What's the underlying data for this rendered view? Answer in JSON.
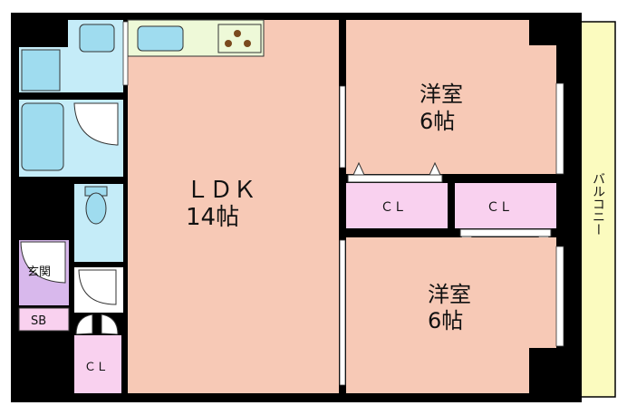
{
  "rooms": {
    "ldk": {
      "name": "ＬＤＫ",
      "size": "14帖"
    },
    "bedroom_top": {
      "name": "洋室",
      "size": "6帖"
    },
    "bedroom_bottom": {
      "name": "洋室",
      "size": "6帖"
    },
    "closet_top_left": "ＣＬ",
    "closet_top_right": "ＣＬ",
    "closet_entry": "ＣＬ",
    "entrance": "玄関",
    "shoe_box": "SB",
    "balcony": "バルコニー"
  },
  "colors": {
    "wall": "#000000",
    "living": "#f7c9b6",
    "bath": "#c5ecf8",
    "fixture": "#9fdcef",
    "closet": "#f9d1ef",
    "entrance": "#d8b8ec",
    "balcony": "#fbfbbf",
    "kitchen_counter": "#eef9d8"
  }
}
